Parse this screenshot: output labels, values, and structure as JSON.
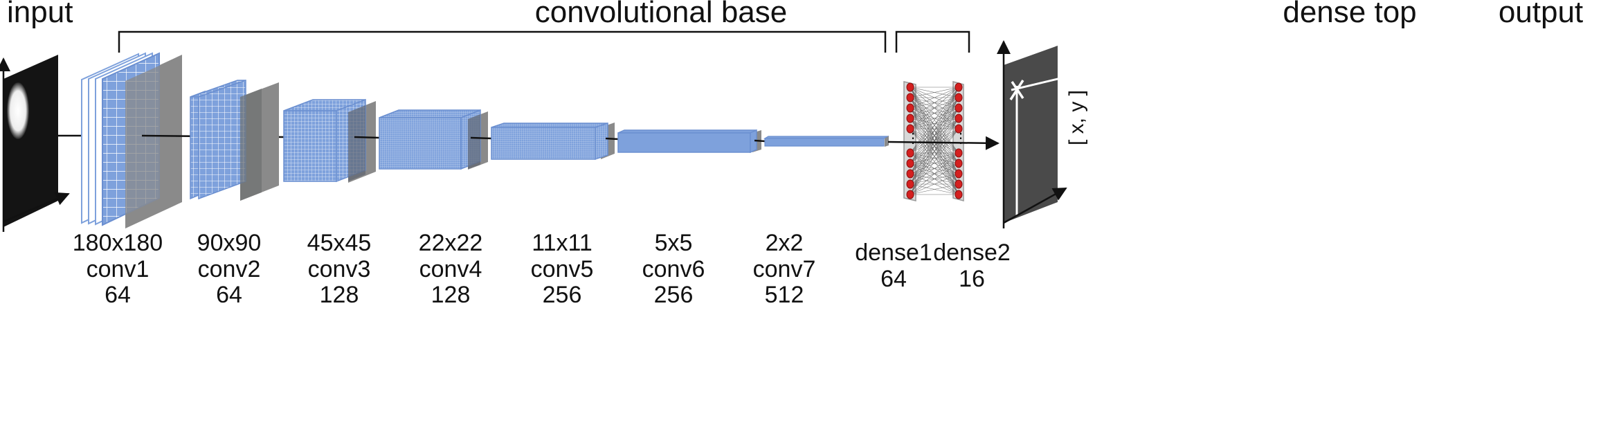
{
  "headers": {
    "input": "input",
    "convolutional_base": "convolutional base",
    "dense_top": "dense top",
    "output": "output"
  },
  "output_label": "[ x, y ]",
  "layers": [
    {
      "size": "180x180",
      "name": "conv1",
      "filters": "64"
    },
    {
      "size": "90x90",
      "name": "conv2",
      "filters": "64"
    },
    {
      "size": "45x45",
      "name": "conv3",
      "filters": "128"
    },
    {
      "size": "22x22",
      "name": "conv4",
      "filters": "128"
    },
    {
      "size": "11x11",
      "name": "conv5",
      "filters": "256"
    },
    {
      "size": "5x5",
      "name": "conv6",
      "filters": "256"
    },
    {
      "size": "2x2",
      "name": "conv7",
      "filters": "512"
    }
  ],
  "dense": [
    {
      "name": "dense1",
      "units": "64"
    },
    {
      "name": "dense2",
      "units": "16"
    }
  ],
  "colors": {
    "conv_face": "#7ea1dc",
    "conv_grid": "#ffffff",
    "shadow": "#8a8a8a",
    "neuron": "#d42020",
    "panel": "#d8d8d8",
    "image_bg": "#151515",
    "output_bg": "#4a4a4a",
    "line": "#111111"
  }
}
